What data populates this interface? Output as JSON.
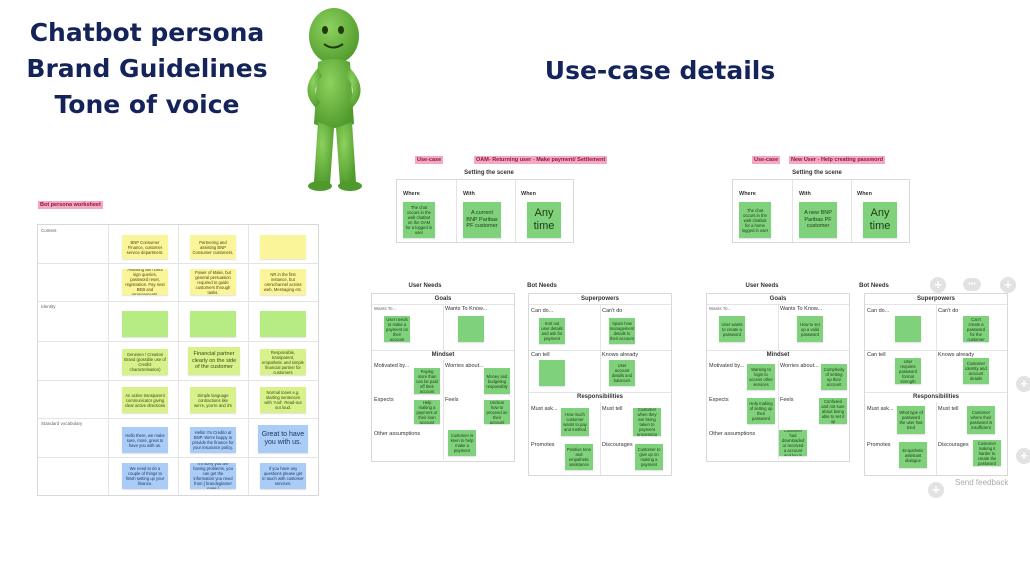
{
  "titles": {
    "line1": "Chatbot persona",
    "line2": "Brand Guidelines",
    "line3": "Tone of voice",
    "usecase": "Use-case details"
  },
  "mascot": {
    "icon": "green-mascot-figure-icon",
    "color": "#6cbf45"
  },
  "persona": {
    "label": "Bot persona worksheet",
    "rows": [
      "Context",
      "Identity",
      "Standard vocabulary"
    ],
    "notes": [
      "BNP Consumer Finance, customer service department.",
      "Partnering and assisting BNP Consumer customers.",
      "",
      "Assisting with Debt sign queries, password reset, registration. Pay next BEB and arrangements.",
      "Power of Make, but general persuasion required to guide customers through tasks.",
      "NR in the first instance, but omnichannel across web. Messaging etc.",
      "",
      "",
      "",
      "Genesen / Creation Brand (possible use of Creditz characterisation)",
      "Financial partner clearly on the side of the customer",
      "Responsible, transparent, empathetic and simple financial partner for customers",
      "An active transparent communicator giving clear active directions",
      "Simple language contractions like we're, you're and it's",
      "Normal tones e.g. starting sentences with 'And'. Read-out out loud.",
      "Hello there, we make sure, more, great to have you with us.",
      "Hello! I'm Credito at BNP. We're happy to provide the finance for your insurance policy.",
      "Great to have you with us.",
      "We need to do a couple of things to finish setting up your finance.",
      "I'm sorry you are having problems, you can get the information you need from [ brandeglamer page ]",
      "If you have any questions please get in touch with customer services."
    ]
  },
  "usecase1": {
    "label": "Use-case",
    "name": "OAM- Returning user - Make payment/ Settlement",
    "scene": "Setting the scene",
    "cols": [
      "Where",
      "With",
      "When"
    ],
    "notes": [
      "The chat occurs in the web chatbot on the OAM for a logged in user",
      "A current BNP Paribas PF customer",
      "Any time"
    ]
  },
  "usecase2": {
    "label": "Use-case",
    "name": "New User - Help creating password",
    "scene": "Setting the scene",
    "cols": [
      "Where",
      "With",
      "When"
    ],
    "notes": [
      "The chat occurs in the web chatbot for a home logged in user",
      "A new BNP Paribas PF customer",
      "Any time"
    ]
  },
  "board1": {
    "userNeeds": "User Needs",
    "botNeeds": "Bot Needs",
    "goals": "Goals",
    "wantsTo": "Wants To...",
    "wantsToKnow": "Wants To Know...",
    "mindset": "Mindset",
    "motivatedBy": "Motivated by...",
    "worriesAbout": "Worries about...",
    "expects": "Expects",
    "feels": "Feels",
    "otherAssumptions": "Other assumptions",
    "superpowers": "Superpowers",
    "canDo": "Can do...",
    "cantDo": "Can't do",
    "canTell": "Can tell",
    "knowsAlready": "Knows already",
    "responsibilities": "Responsibilities",
    "mustAsk": "Must ask...",
    "mustTell": "Must tell",
    "promotes": "Promotes",
    "discourages": "Discourages",
    "notes": [
      "User needs to make a payment on their account",
      "",
      "Paying more than can be paid off their account",
      "Money and budgeting responsibly",
      "Help making a payment or their loan account",
      "Unclear how to proceed on their account",
      "Customer is keen to help make a payment",
      "Sort out user details and ask for payment",
      "Spam how management details to their account",
      "",
      "User account details and balances",
      "How much customer wants to pay and method",
      "Customer when they are being taken to payment processing",
      "Positive tone and empathetic assistance",
      "Customer to give up on making a payment"
    ]
  },
  "board2": {
    "notes": [
      "User wants to create a password",
      "How to set up a valid password",
      "Wanting to login to access other services",
      "Complexity of setting up their account",
      "Help making of setting up their password",
      "Confused and not sure about being able to set it up",
      "Customer had downloaded or received a account and log in",
      "",
      "Can't create a password for the customer",
      "User requires password format strength",
      "Customer identity and account details",
      "What type of password the user has tried",
      "Customer where their password is insufficient",
      "Empathetic assistant dialogue",
      "Customer making it harder to create the password"
    ]
  },
  "controls": {
    "add": "+",
    "more": "•••",
    "feedback": "Send feedback"
  }
}
